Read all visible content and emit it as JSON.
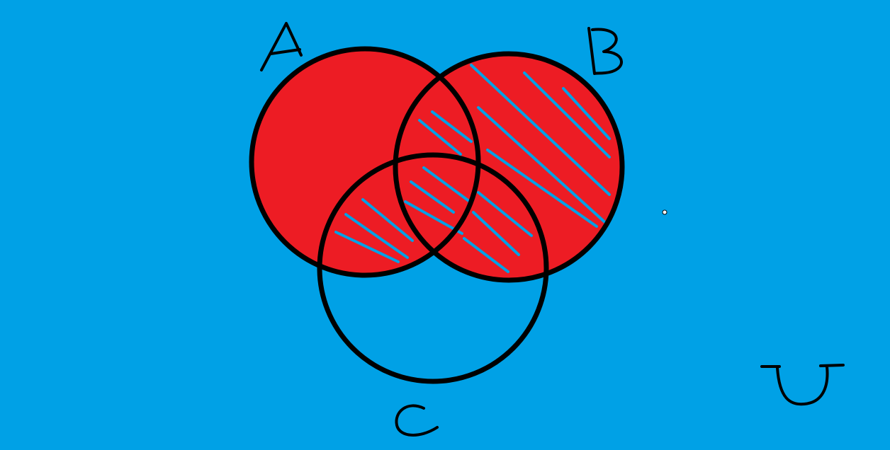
{
  "diagram": {
    "type": "venn-3-set",
    "sets": [
      {
        "id": "A",
        "label": "A",
        "filled": true
      },
      {
        "id": "B",
        "label": "B",
        "filled": true
      },
      {
        "id": "C",
        "label": "C",
        "filled": false
      }
    ],
    "universe_label": "U",
    "shaded_regions": [
      "A∪B"
    ],
    "hatched_regions": [
      "B",
      "A∩C"
    ]
  },
  "colors": {
    "background": "#00a1e6",
    "fill": "#ed1c24",
    "outline": "#000000",
    "hatch": "#00a1e6"
  }
}
